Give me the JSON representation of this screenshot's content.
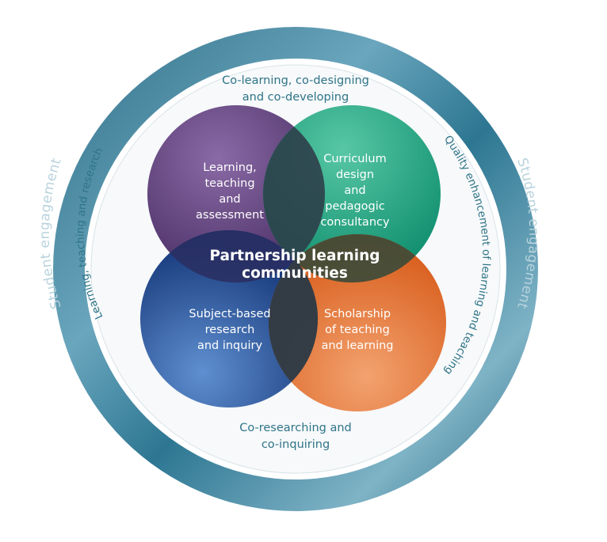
{
  "ring": {
    "left_label": "Student engagement",
    "right_label": "Student engagement"
  },
  "inner": {
    "top_lines": [
      "Co-learning, co-designing",
      "and co-developing"
    ],
    "bottom_lines": [
      "Co-researching and",
      "co-inquiring"
    ],
    "left_label": "Learning, teaching and research",
    "right_label": "Quality enhancement of learning and teaching"
  },
  "center": {
    "lines": [
      "Partnership learning",
      "communities"
    ]
  },
  "circles": {
    "top_left": {
      "lines": [
        "Learning,",
        "teaching",
        "and",
        "assessment"
      ],
      "color": "#5b3d75"
    },
    "top_right": {
      "lines": [
        "Curriculum",
        "design",
        "and",
        "pedagogic",
        "consultancy"
      ],
      "color": "#1fa585"
    },
    "bottom_left": {
      "lines": [
        "Subject-based",
        "research",
        "and inquiry"
      ],
      "color": "#1f4f95"
    },
    "bottom_right": {
      "lines": [
        "Scholarship",
        "of teaching",
        "and learning"
      ],
      "color": "#e06c2a"
    }
  },
  "colors": {
    "ring": "#3a7f97",
    "ring_text": "#a9c9d5",
    "inner_text": "#2f7488",
    "overlap": "#2d3f4a"
  }
}
